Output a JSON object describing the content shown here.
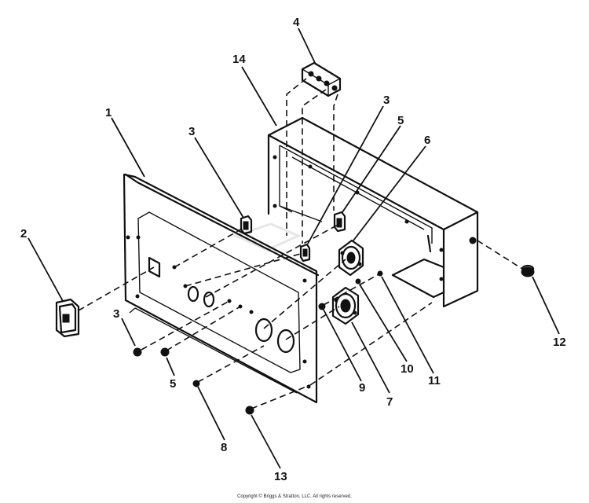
{
  "parts": [
    {
      "id": "p1",
      "label": "1"
    },
    {
      "id": "p2",
      "label": "2"
    },
    {
      "id": "p3a",
      "label": "3"
    },
    {
      "id": "p3b",
      "label": "3"
    },
    {
      "id": "p3c",
      "label": "3"
    },
    {
      "id": "p4",
      "label": "4"
    },
    {
      "id": "p5a",
      "label": "5"
    },
    {
      "id": "p5b",
      "label": "5"
    },
    {
      "id": "p6",
      "label": "6"
    },
    {
      "id": "p7",
      "label": "7"
    },
    {
      "id": "p8",
      "label": "8"
    },
    {
      "id": "p9",
      "label": "9"
    },
    {
      "id": "p10",
      "label": "10"
    },
    {
      "id": "p11",
      "label": "11"
    },
    {
      "id": "p12",
      "label": "12"
    },
    {
      "id": "p13",
      "label": "13"
    },
    {
      "id": "p14",
      "label": "14"
    }
  ],
  "copyright": "Copyright © Briggs & Stratton, LLC. All rights reserved."
}
